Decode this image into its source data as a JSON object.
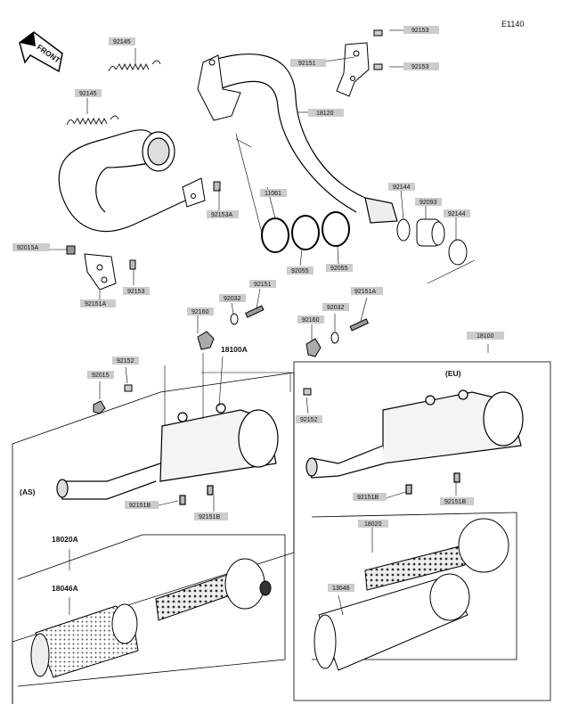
{
  "diagram_code": "E1140",
  "front_label": "FRONT",
  "region_as": "(AS)",
  "region_eu": "(EU)",
  "parts": {
    "p92145a": "92145",
    "p92145b": "92145",
    "p92153a": "92153",
    "p92153b": "92153",
    "p92151": "92151",
    "p18120": "18120",
    "p11061": "11061",
    "p92144a": "92144",
    "p92093": "92093",
    "p92144b": "92144",
    "p92153c": "92153A",
    "p92015a": "92015A",
    "p92055a": "92055",
    "p92055b": "92055",
    "p92151a1": "92151A",
    "p92153d": "92153",
    "p92032a": "92032",
    "p92151b": "92151",
    "p92151a2": "92151A",
    "p92160a": "92160",
    "p18100a": "18100A",
    "p92160b": "92160",
    "p92032b": "92032",
    "p18100": "18100",
    "p92152a": "92152",
    "p92015": "92015",
    "p92152b": "92152",
    "p92151b1": "92151B",
    "p92151b2": "92151B",
    "p92151b3": "92151B",
    "p92151b4": "92151B",
    "p18020a": "18020A",
    "p18046a": "18046A",
    "p18020": "18020",
    "p13046": "13046"
  }
}
